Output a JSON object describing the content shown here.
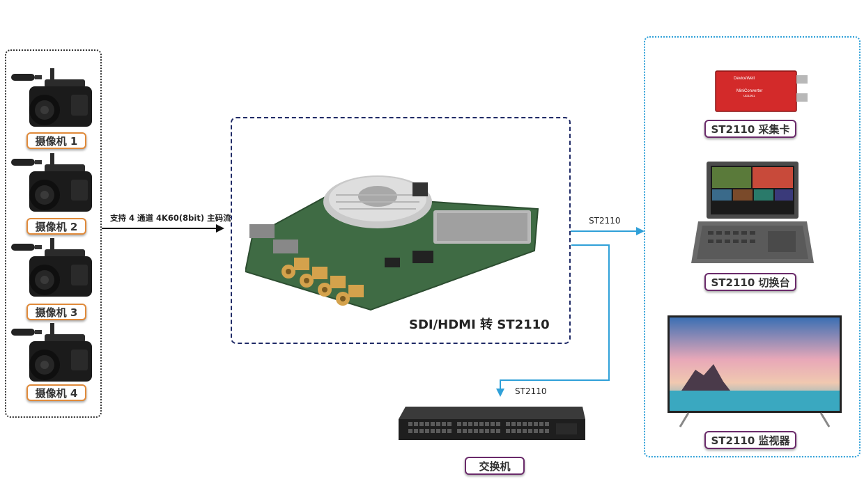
{
  "cameras": [
    {
      "label": "摄像机 1"
    },
    {
      "label": "摄像机 2"
    },
    {
      "label": "摄像机 3"
    },
    {
      "label": "摄像机 4"
    }
  ],
  "input_edge_label": "支持 4 通道 4K60(8bit) 主码流",
  "converter": {
    "title": "SDI/HDMI 转 ST2110"
  },
  "outputs": {
    "edge_label": "ST2110",
    "capture_card": {
      "label": "ST2110 采集卡",
      "brand": "DeviceWell",
      "model": "MiniConverter",
      "model_code": "UD1001"
    },
    "switcher": {
      "label": "ST2110 切换台"
    },
    "monitor": {
      "label": "ST2110 监视器"
    }
  },
  "switch": {
    "edge_label": "ST2110",
    "label": "交换机"
  },
  "colors": {
    "pill_border": "#e08a3a",
    "card_border": "#1f2a66",
    "output_border": "#2fa0d8",
    "arrow_blue": "#2fa0d8"
  }
}
